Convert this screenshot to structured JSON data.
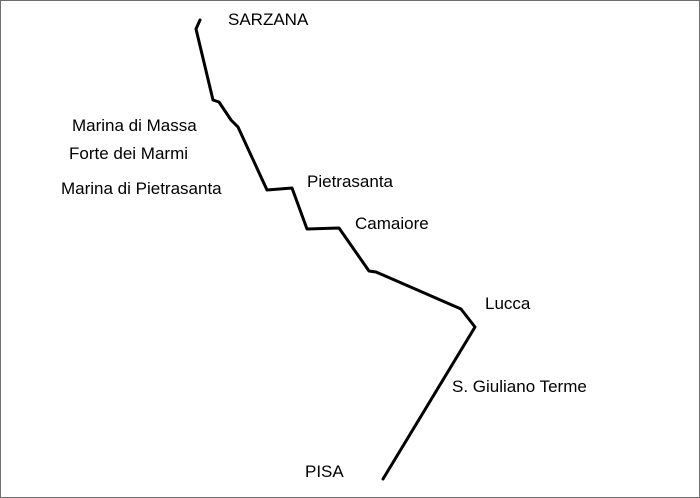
{
  "map": {
    "route_color": "#000000",
    "places": [
      {
        "key": "sarzana",
        "name": "SARZANA"
      },
      {
        "key": "marina-di-massa",
        "name": "Marina di Massa"
      },
      {
        "key": "forte-dei-marmi",
        "name": "Forte dei Marmi"
      },
      {
        "key": "marina-di-pietrasanta",
        "name": "Marina di Pietrasanta"
      },
      {
        "key": "pietrasanta",
        "name": "Pietrasanta"
      },
      {
        "key": "camaiore",
        "name": "Camaiore"
      },
      {
        "key": "lucca",
        "name": "Lucca"
      },
      {
        "key": "s-giuliano-terme",
        "name": "S. Giuliano Terme"
      },
      {
        "key": "pisa",
        "name": "PISA"
      }
    ]
  }
}
